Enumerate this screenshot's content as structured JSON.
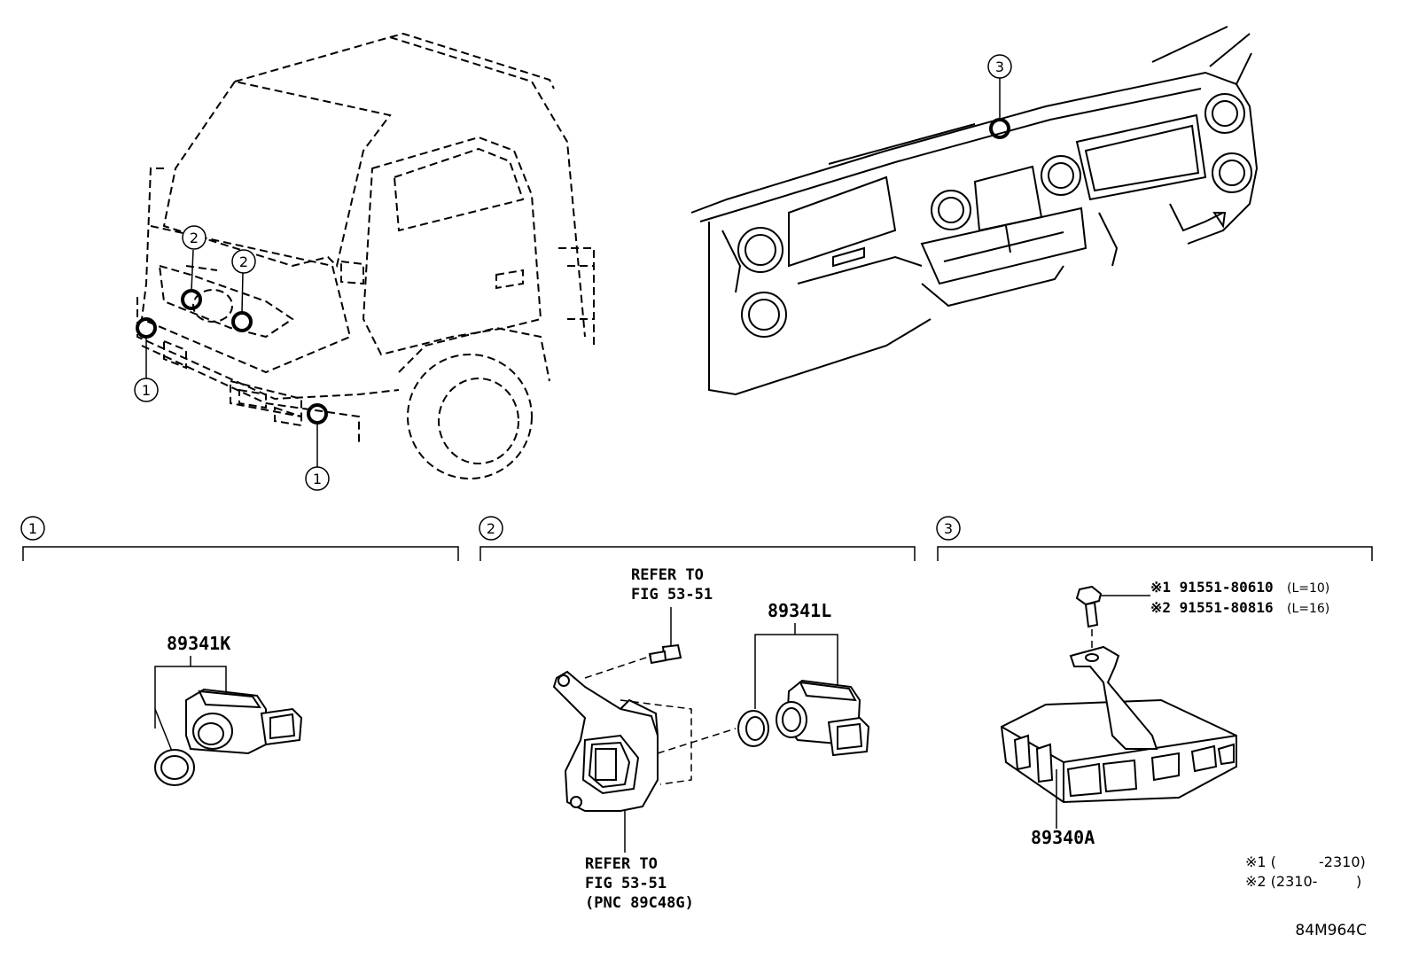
{
  "callouts": {
    "one": "1",
    "two": "2",
    "three": "3"
  },
  "sections": {
    "one": {
      "number": "1",
      "part": "89341K"
    },
    "two": {
      "number": "2",
      "refer_top": [
        "REFER TO",
        "FIG 53-51"
      ],
      "part": "89341L",
      "refer_bottom": [
        "REFER TO",
        "FIG 53-51",
        "(PNC 89C48G)"
      ]
    },
    "three": {
      "number": "3",
      "bolt_1": "※1 91551-80610",
      "bolt_1_len": "(L=10)",
      "bolt_2": "※2 91551-80816",
      "bolt_2_len": "(L=16)",
      "part": "89340A",
      "note_1_mark": "※1 (",
      "note_1_range": "-2310)",
      "note_2_mark": "※2 (2310-",
      "note_2_close": ")"
    }
  },
  "figure_code": "84M964C"
}
